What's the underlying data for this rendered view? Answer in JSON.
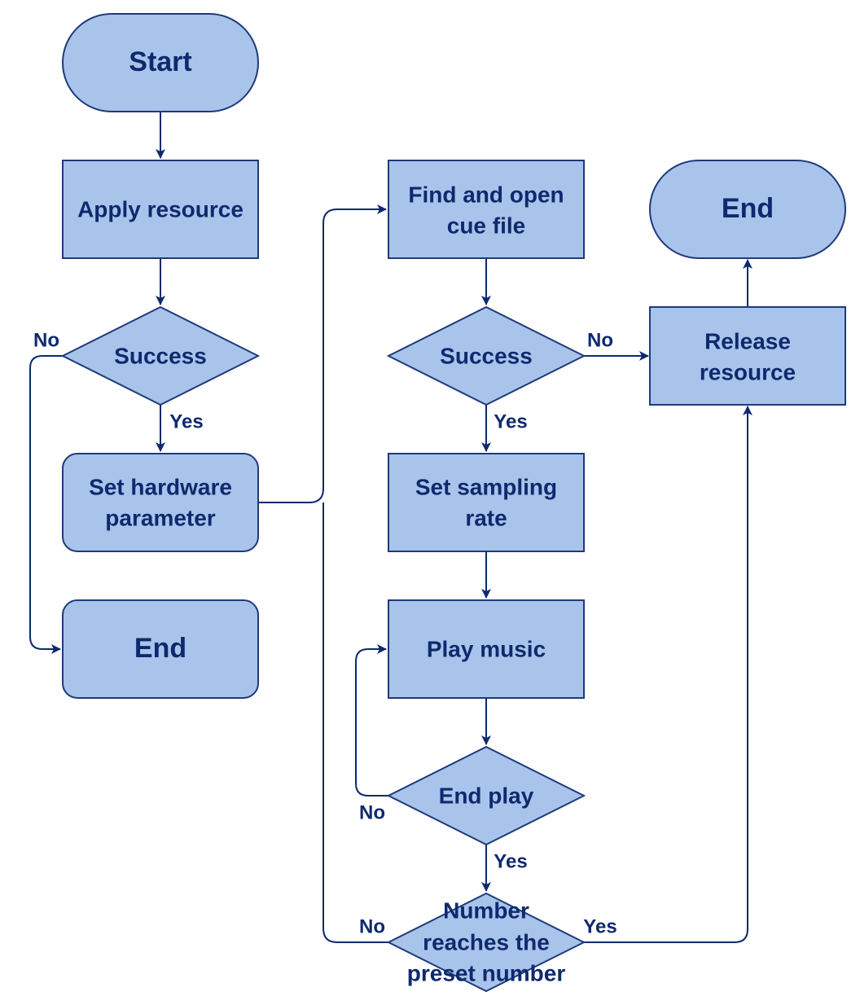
{
  "nodes": {
    "start": "Start",
    "apply_resource": "Apply resource",
    "success_1": "Success",
    "set_hardware": [
      "Set hardware",
      "parameter"
    ],
    "end_left": "End",
    "find_cue": [
      "Find and open",
      "cue file"
    ],
    "success_2": "Success",
    "set_sampling": [
      "Set sampling",
      "rate"
    ],
    "play_music": "Play music",
    "end_play": "End play",
    "number_reaches": [
      "Number",
      "reaches the",
      "preset number"
    ],
    "release_resource": [
      "Release",
      "resource"
    ],
    "end_right": "End"
  },
  "edge_labels": {
    "success1_no": "No",
    "success1_yes": "Yes",
    "success2_no": "No",
    "success2_yes": "Yes",
    "endplay_no": "No",
    "endplay_yes": "Yes",
    "number_no": "No",
    "number_yes": "Yes"
  },
  "colors": {
    "fill": "#a9c4eb",
    "stroke": "#1f3a7a",
    "text": "#0e2a6e"
  }
}
